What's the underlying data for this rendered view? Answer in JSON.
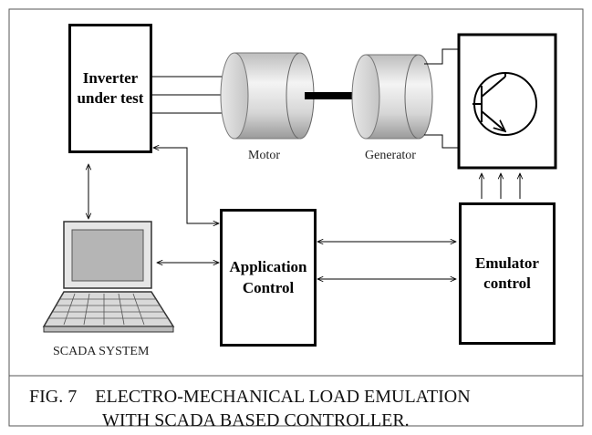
{
  "blocks": {
    "inverter": "Inverter\nunder test",
    "application": "Application\nControl",
    "emulator": "Emulator\ncontrol"
  },
  "labels": {
    "motor": "Motor",
    "generator": "Generator",
    "scada": "SCADA SYSTEM"
  },
  "caption": {
    "line1": "FIG. 7    ELECTRO-MECHANICAL LOAD EMULATION",
    "line2": "WITH SCADA BASED CONTROLLER."
  }
}
